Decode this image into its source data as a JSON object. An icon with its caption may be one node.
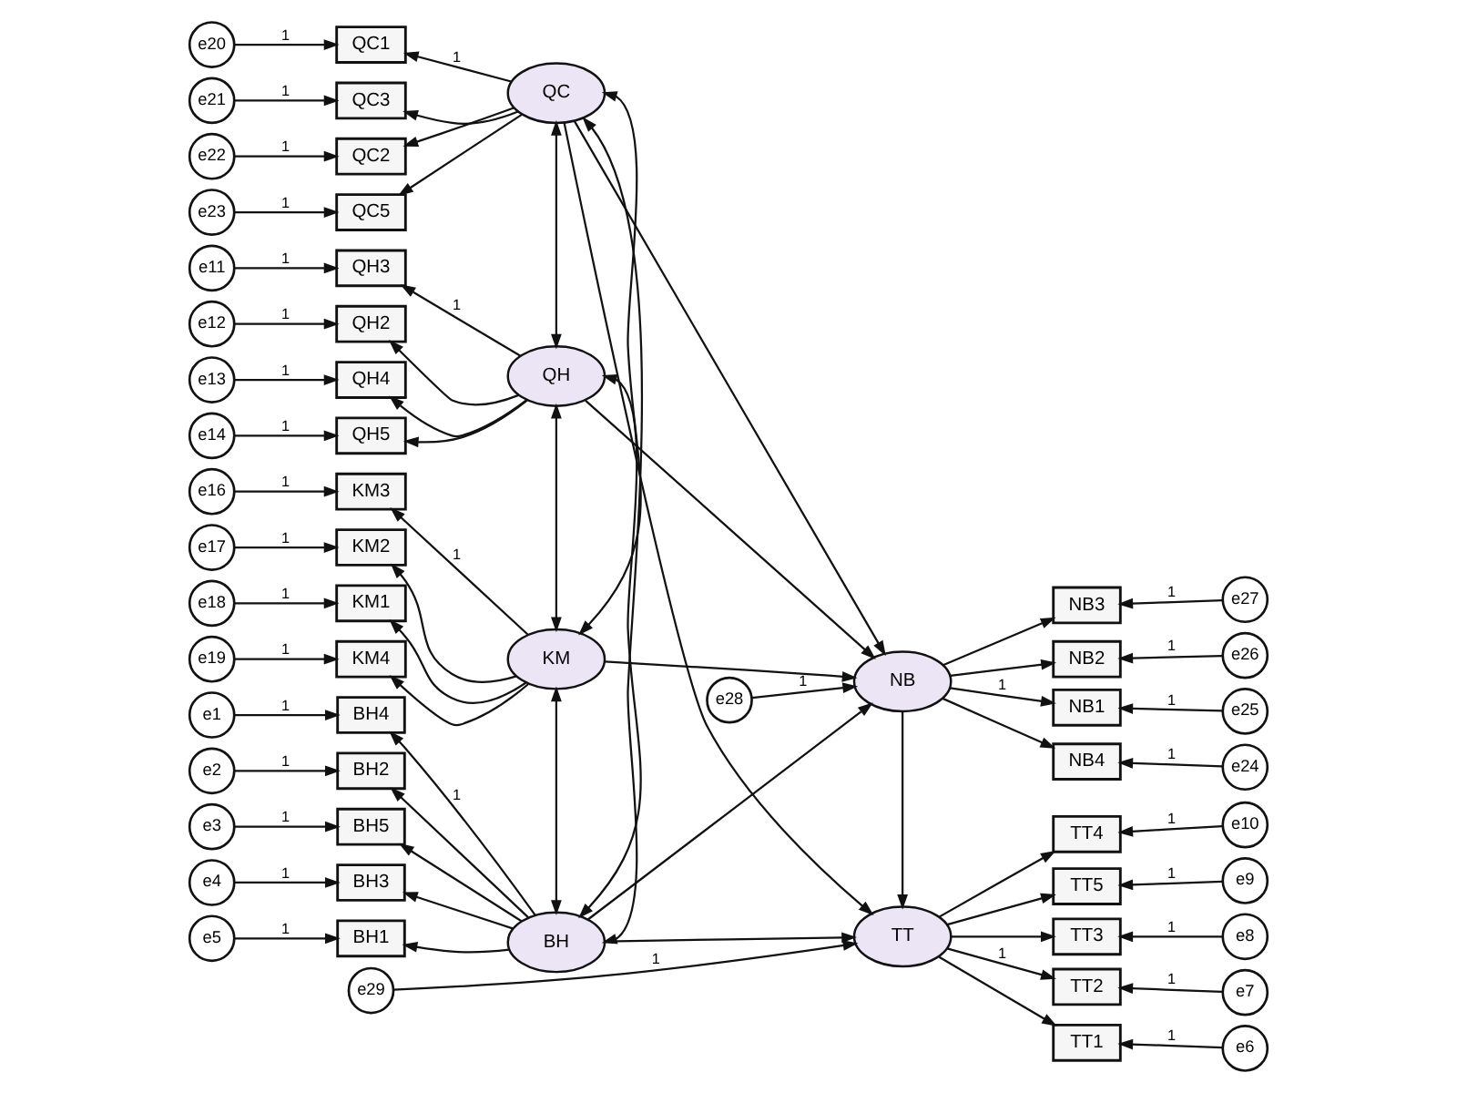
{
  "diagram": {
    "nodes": [
      {
        "text": [
          "e20"
        ]
      },
      {
        "text": [
          "QC1"
        ]
      },
      {
        "text": [
          "e21"
        ]
      },
      {
        "text": [
          "QC3"
        ]
      },
      {
        "text": [
          "QC"
        ]
      },
      {
        "text": [
          "e22"
        ]
      },
      {
        "text": [
          "QC2"
        ]
      },
      {
        "text": [
          "e23"
        ]
      },
      {
        "text": [
          "QC5"
        ]
      },
      {
        "text": [
          "e11"
        ]
      },
      {
        "text": [
          "QH3"
        ]
      },
      {
        "text": [
          "e12"
        ]
      },
      {
        "text": [
          "QH2"
        ]
      },
      {
        "text": [
          "QH"
        ]
      },
      {
        "text": [
          "e13"
        ]
      },
      {
        "text": [
          "QH4"
        ]
      },
      {
        "text": [
          "e14"
        ]
      },
      {
        "text": [
          "QH5"
        ]
      },
      {
        "text": [
          "e16"
        ]
      },
      {
        "text": [
          "KM3"
        ]
      },
      {
        "text": [
          "e17"
        ]
      },
      {
        "text": [
          "KM2"
        ]
      },
      {
        "text": [
          "KM"
        ]
      },
      {
        "text": [
          "e18"
        ]
      },
      {
        "text": [
          "KM1"
        ]
      },
      {
        "text": [
          "e19"
        ]
      },
      {
        "text": [
          "KM4"
        ]
      },
      {
        "text": [
          "e1"
        ]
      },
      {
        "text": [
          "BH4"
        ]
      },
      {
        "text": [
          "e2"
        ]
      },
      {
        "text": [
          "BH2"
        ]
      },
      {
        "text": [
          "e3"
        ]
      },
      {
        "text": [
          "BH5"
        ]
      },
      {
        "text": [
          "BH"
        ]
      },
      {
        "text": [
          "e4"
        ]
      },
      {
        "text": [
          "BH3"
        ]
      },
      {
        "text": [
          "e5"
        ]
      },
      {
        "text": [
          "BH1"
        ]
      },
      {
        "text": [
          "e28"
        ]
      },
      {
        "text": [
          "NB"
        ]
      },
      {
        "text": [
          "NB3"
        ]
      },
      {
        "text": [
          "e27"
        ]
      },
      {
        "text": [
          "NB2"
        ]
      },
      {
        "text": [
          "e26"
        ]
      },
      {
        "text": [
          "NB1"
        ]
      },
      {
        "text": [
          "e25"
        ]
      },
      {
        "text": [
          "NB4"
        ]
      },
      {
        "text": [
          "e24"
        ]
      },
      {
        "text": [
          "TT"
        ]
      },
      {
        "text": [
          "TT4"
        ]
      },
      {
        "text": [
          "e10"
        ]
      },
      {
        "text": [
          "TT5"
        ]
      },
      {
        "text": [
          "e9"
        ]
      },
      {
        "text": [
          "TT3"
        ]
      },
      {
        "text": [
          "e8"
        ]
      },
      {
        "text": [
          "TT2"
        ]
      },
      {
        "text": [
          "e7"
        ]
      },
      {
        "text": [
          "TT1"
        ]
      },
      {
        "text": [
          "e6"
        ]
      },
      {
        "text": [
          "e29"
        ]
      }
    ],
    "edges": [
      {
        "from": 0,
        "to": 1,
        "arrow": "to",
        "label": "1"
      },
      {
        "from": 2,
        "to": 3,
        "arrow": "to",
        "label": "1"
      },
      {
        "from": 5,
        "to": 6,
        "arrow": "to",
        "label": "1"
      },
      {
        "from": 7,
        "to": 8,
        "arrow": "to",
        "label": "1"
      },
      {
        "from": 4,
        "to": 1,
        "arrow": "to",
        "label": "1"
      },
      {
        "from": 4,
        "to": 3,
        "arrow": "to"
      },
      {
        "from": 4,
        "to": 6,
        "arrow": "to"
      },
      {
        "from": 4,
        "to": 8,
        "arrow": "to"
      },
      {
        "from": 9,
        "to": 10,
        "arrow": "to",
        "label": "1"
      },
      {
        "from": 11,
        "to": 12,
        "arrow": "to",
        "label": "1"
      },
      {
        "from": 14,
        "to": 15,
        "arrow": "to",
        "label": "1"
      },
      {
        "from": 16,
        "to": 17,
        "arrow": "to",
        "label": "1"
      },
      {
        "from": 13,
        "to": 10,
        "arrow": "to",
        "label": "1"
      },
      {
        "from": 13,
        "to": 12,
        "arrow": "to"
      },
      {
        "from": 13,
        "to": 15,
        "arrow": "to"
      },
      {
        "from": 13,
        "to": 17,
        "arrow": "to"
      },
      {
        "from": 18,
        "to": 19,
        "arrow": "to",
        "label": "1"
      },
      {
        "from": 20,
        "to": 21,
        "arrow": "to",
        "label": "1"
      },
      {
        "from": 23,
        "to": 24,
        "arrow": "to",
        "label": "1"
      },
      {
        "from": 25,
        "to": 26,
        "arrow": "to",
        "label": "1"
      },
      {
        "from": 22,
        "to": 19,
        "arrow": "to",
        "label": "1"
      },
      {
        "from": 22,
        "to": 21,
        "arrow": "to"
      },
      {
        "from": 22,
        "to": 24,
        "arrow": "to"
      },
      {
        "from": 22,
        "to": 26,
        "arrow": "to"
      },
      {
        "from": 27,
        "to": 28,
        "arrow": "to",
        "label": "1"
      },
      {
        "from": 29,
        "to": 30,
        "arrow": "to",
        "label": "1"
      },
      {
        "from": 31,
        "to": 32,
        "arrow": "to",
        "label": "1"
      },
      {
        "from": 34,
        "to": 35,
        "arrow": "to",
        "label": "1"
      },
      {
        "from": 36,
        "to": 37,
        "arrow": "to",
        "label": "1"
      },
      {
        "from": 33,
        "to": 28,
        "arrow": "to",
        "label": "1"
      },
      {
        "from": 33,
        "to": 30,
        "arrow": "to"
      },
      {
        "from": 33,
        "to": 32,
        "arrow": "to"
      },
      {
        "from": 33,
        "to": 35,
        "arrow": "to"
      },
      {
        "from": 33,
        "to": 37,
        "arrow": "to"
      },
      {
        "from": 4,
        "to": 13,
        "arrow": "both"
      },
      {
        "from": 4,
        "to": 22,
        "arrow": "both"
      },
      {
        "from": 4,
        "to": 33,
        "arrow": "both"
      },
      {
        "from": 13,
        "to": 22,
        "arrow": "both"
      },
      {
        "from": 13,
        "to": 33,
        "arrow": "both"
      },
      {
        "from": 22,
        "to": 33,
        "arrow": "both"
      },
      {
        "from": 4,
        "to": 39,
        "arrow": "to"
      },
      {
        "from": 13,
        "to": 39,
        "arrow": "to"
      },
      {
        "from": 22,
        "to": 39,
        "arrow": "to"
      },
      {
        "from": 33,
        "to": 39,
        "arrow": "to"
      },
      {
        "from": 4,
        "to": 48,
        "arrow": "to"
      },
      {
        "from": 33,
        "to": 48,
        "arrow": "to"
      },
      {
        "from": 39,
        "to": 48,
        "arrow": "to"
      },
      {
        "from": 38,
        "to": 39,
        "arrow": "to",
        "label": "1"
      },
      {
        "from": 39,
        "to": 40,
        "arrow": "to"
      },
      {
        "from": 39,
        "to": 42,
        "arrow": "to"
      },
      {
        "from": 39,
        "to": 44,
        "arrow": "to",
        "label": "1"
      },
      {
        "from": 39,
        "to": 46,
        "arrow": "to"
      },
      {
        "from": 41,
        "to": 40,
        "arrow": "to",
        "label": "1"
      },
      {
        "from": 43,
        "to": 42,
        "arrow": "to",
        "label": "1"
      },
      {
        "from": 45,
        "to": 44,
        "arrow": "to",
        "label": "1"
      },
      {
        "from": 47,
        "to": 46,
        "arrow": "to",
        "label": "1"
      },
      {
        "from": 59,
        "to": 48,
        "arrow": "to",
        "label": "1"
      },
      {
        "from": 48,
        "to": 49,
        "arrow": "to"
      },
      {
        "from": 48,
        "to": 51,
        "arrow": "to"
      },
      {
        "from": 48,
        "to": 53,
        "arrow": "to"
      },
      {
        "from": 48,
        "to": 55,
        "arrow": "to",
        "label": "1"
      },
      {
        "from": 48,
        "to": 57,
        "arrow": "to"
      },
      {
        "from": 50,
        "to": 49,
        "arrow": "to",
        "label": "1"
      },
      {
        "from": 52,
        "to": 51,
        "arrow": "to",
        "label": "1"
      },
      {
        "from": 54,
        "to": 53,
        "arrow": "to",
        "label": "1"
      },
      {
        "from": 56,
        "to": 55,
        "arrow": "to",
        "label": "1"
      },
      {
        "from": 58,
        "to": 57,
        "arrow": "to",
        "label": "1"
      }
    ]
  }
}
